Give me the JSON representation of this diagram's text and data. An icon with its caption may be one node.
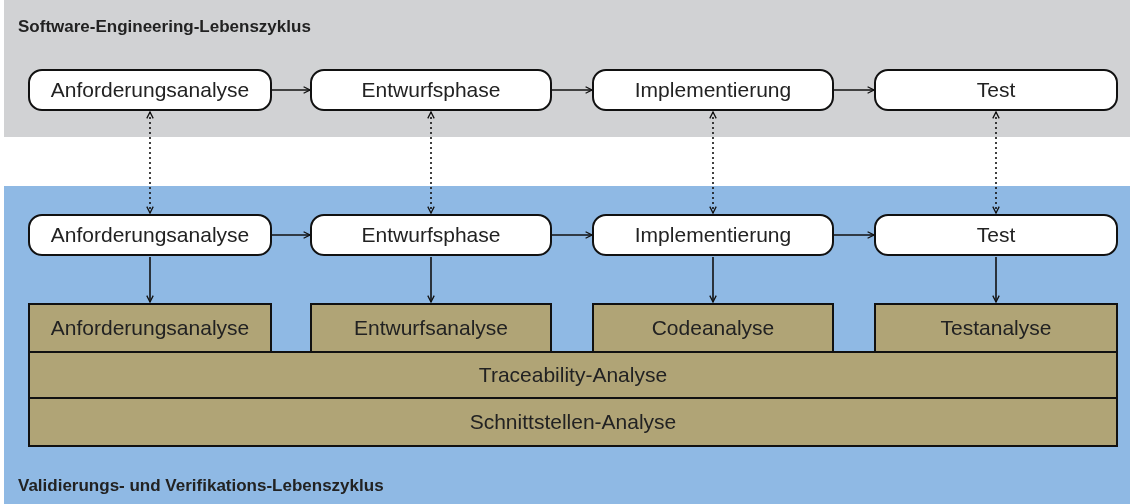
{
  "diagram": {
    "nodes": [
      {
        "text": [
          "Software-Engineering-Lebenszyklus"
        ]
      },
      {
        "text": [
          "Anforderungsanalyse"
        ],
        "in": 0
      },
      {
        "text": [
          "Entwurfsphase"
        ],
        "in": 0
      },
      {
        "text": [
          "Implementierung"
        ],
        "in": 0
      },
      {
        "text": [
          "Test"
        ],
        "in": 0
      },
      {
        "text": [
          "Validierungs- und Verifikations-Lebenszyklus"
        ]
      },
      {
        "text": [
          "Anforderungsanalyse"
        ],
        "in": 5
      },
      {
        "text": [
          "Entwurfsphase"
        ],
        "in": 5
      },
      {
        "text": [
          "Implementierung"
        ],
        "in": 5
      },
      {
        "text": [
          "Test"
        ],
        "in": 5
      },
      {
        "text": [
          "Anforderungsanalyse"
        ],
        "in": 5
      },
      {
        "text": [
          "Entwurfsanalyse"
        ],
        "in": 5
      },
      {
        "text": [
          "Codeanalyse"
        ],
        "in": 5
      },
      {
        "text": [
          "Testanalyse"
        ],
        "in": 5
      },
      {
        "text": [
          "Traceability-Analyse"
        ],
        "in": 5
      },
      {
        "text": [
          "Schnittstellen-Analyse"
        ],
        "in": 5
      }
    ],
    "edges": [
      {
        "from": 1,
        "to": 2,
        "arrow": "to"
      },
      {
        "from": 2,
        "to": 3,
        "arrow": "to"
      },
      {
        "from": 3,
        "to": 4,
        "arrow": "to"
      },
      {
        "from": 1,
        "to": 6,
        "arrow": "both",
        "style": "dashed"
      },
      {
        "from": 2,
        "to": 7,
        "arrow": "both",
        "style": "dashed"
      },
      {
        "from": 3,
        "to": 8,
        "arrow": "both",
        "style": "dashed"
      },
      {
        "from": 4,
        "to": 9,
        "arrow": "both",
        "style": "dashed"
      },
      {
        "from": 6,
        "to": 7,
        "arrow": "to"
      },
      {
        "from": 7,
        "to": 8,
        "arrow": "to"
      },
      {
        "from": 8,
        "to": 9,
        "arrow": "to"
      },
      {
        "from": 6,
        "to": 10,
        "arrow": "to"
      },
      {
        "from": 7,
        "to": 11,
        "arrow": "to"
      },
      {
        "from": 8,
        "to": 12,
        "arrow": "to"
      },
      {
        "from": 9,
        "to": 13,
        "arrow": "to"
      }
    ]
  }
}
